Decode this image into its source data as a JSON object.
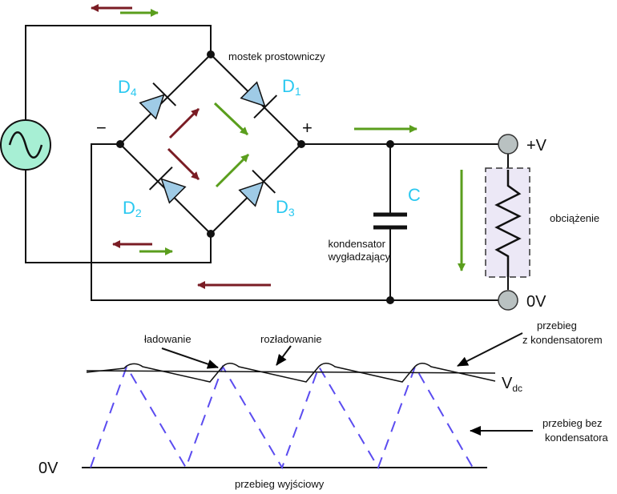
{
  "bridge": {
    "title": "mostek prostowniczy",
    "minus": "−",
    "plus": "+",
    "d4": {
      "main": "D",
      "sub": "4"
    },
    "d1": {
      "main": "D",
      "sub": "1"
    },
    "d2": {
      "main": "D",
      "sub": "2"
    },
    "d3": {
      "main": "D",
      "sub": "3"
    }
  },
  "capacitor": {
    "symbol": "C",
    "label_line1": "kondensator",
    "label_line2": "wygładzający"
  },
  "load": {
    "pos": "+V",
    "zero": "0V",
    "label": "obciążenie"
  },
  "waveform": {
    "charging": "ładowanie",
    "discharging": "rozładowanie",
    "with_cap_line1": "przebieg",
    "with_cap_line2": "z kondensatorem",
    "vdc_main": "V",
    "vdc_sub": "dc",
    "without_cap_line1": "przebieg bez",
    "without_cap_line2": "kondensatora",
    "zero": "0V",
    "caption": "przebieg wyjściowy"
  },
  "colors": {
    "diode_fill": "#9fcbe6",
    "label_cyan": "#29c8f0",
    "arrow_green": "#5a9e1d",
    "arrow_maroon": "#7a1c24",
    "source_fill": "#a7efd4",
    "load_fill": "#ece8f6",
    "terminal_fill": "#b9c1c1",
    "dashed_wave": "#5b4cf0"
  }
}
